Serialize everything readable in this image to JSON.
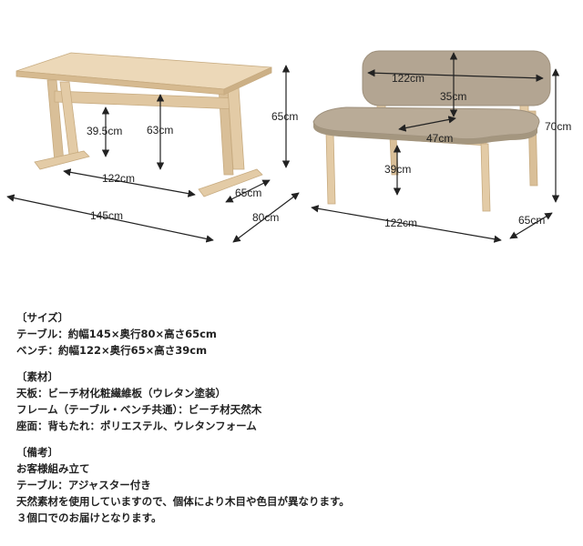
{
  "dimensions": {
    "table": {
      "height_under": "39.5cm",
      "height_inner": "63cm",
      "height_total": "65cm",
      "width_inner": "122cm",
      "width_total": "145cm",
      "depth_inner": "65cm",
      "depth_total": "80cm"
    },
    "bench": {
      "back_width": "122cm",
      "back_height": "35cm",
      "seat_depth": "47cm",
      "seat_height": "39cm",
      "height_total": "70cm",
      "width_total": "122cm",
      "depth_total": "65cm"
    }
  },
  "specs": {
    "size": {
      "heading": "〔サイズ〕",
      "lines": [
        "テーブル：約幅145×奥行80×高さ65cm",
        "ベンチ：約幅122×奥行65×高さ39cm"
      ]
    },
    "material": {
      "heading": "〔素材〕",
      "lines": [
        "天板：ビーチ材化粧繊維板（ウレタン塗装）",
        "フレーム（テーブル・ベンチ共通）：ビーチ材天然木",
        "座面：背もたれ：ポリエステル、ウレタンフォーム"
      ]
    },
    "notes": {
      "heading": "〔備考〕",
      "lines": [
        "お客様組み立て",
        "テーブル：アジャスター付き",
        "天然素材を使用していますので、個体により木目や色目が異なります。",
        "３個口でのお届けとなります。"
      ]
    }
  },
  "colors": {
    "wood": "#e3cba6",
    "wood_dark": "#cdb187",
    "fabric": "#b3a592",
    "fabric_dark": "#9e907c",
    "arrow": "#222222"
  }
}
